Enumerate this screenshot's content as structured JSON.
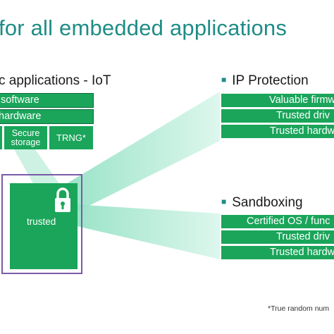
{
  "title": "for all embedded applications",
  "left_section": {
    "heading": "c applications - IoT",
    "rows": [
      "software",
      "hardware"
    ],
    "cells": [
      "",
      "Secure storage",
      "TRNG*"
    ],
    "trusted_label": "trusted"
  },
  "ip_protection": {
    "heading": "IP Protection",
    "rows": [
      "Valuable firmw",
      "Trusted driv",
      "Trusted hardw"
    ]
  },
  "sandboxing": {
    "heading": "Sandboxing",
    "rows": [
      "Certified OS / func",
      "Trusted driv",
      "Trusted hardw"
    ]
  },
  "footnote": "*True random num",
  "colors": {
    "accent": "#1f8c86",
    "green": "#1aa55a",
    "purple": "#7b5aa6",
    "beam": "#bfeedd"
  },
  "icons": {
    "lock": "lock-icon",
    "bullet": "square-bullet"
  }
}
